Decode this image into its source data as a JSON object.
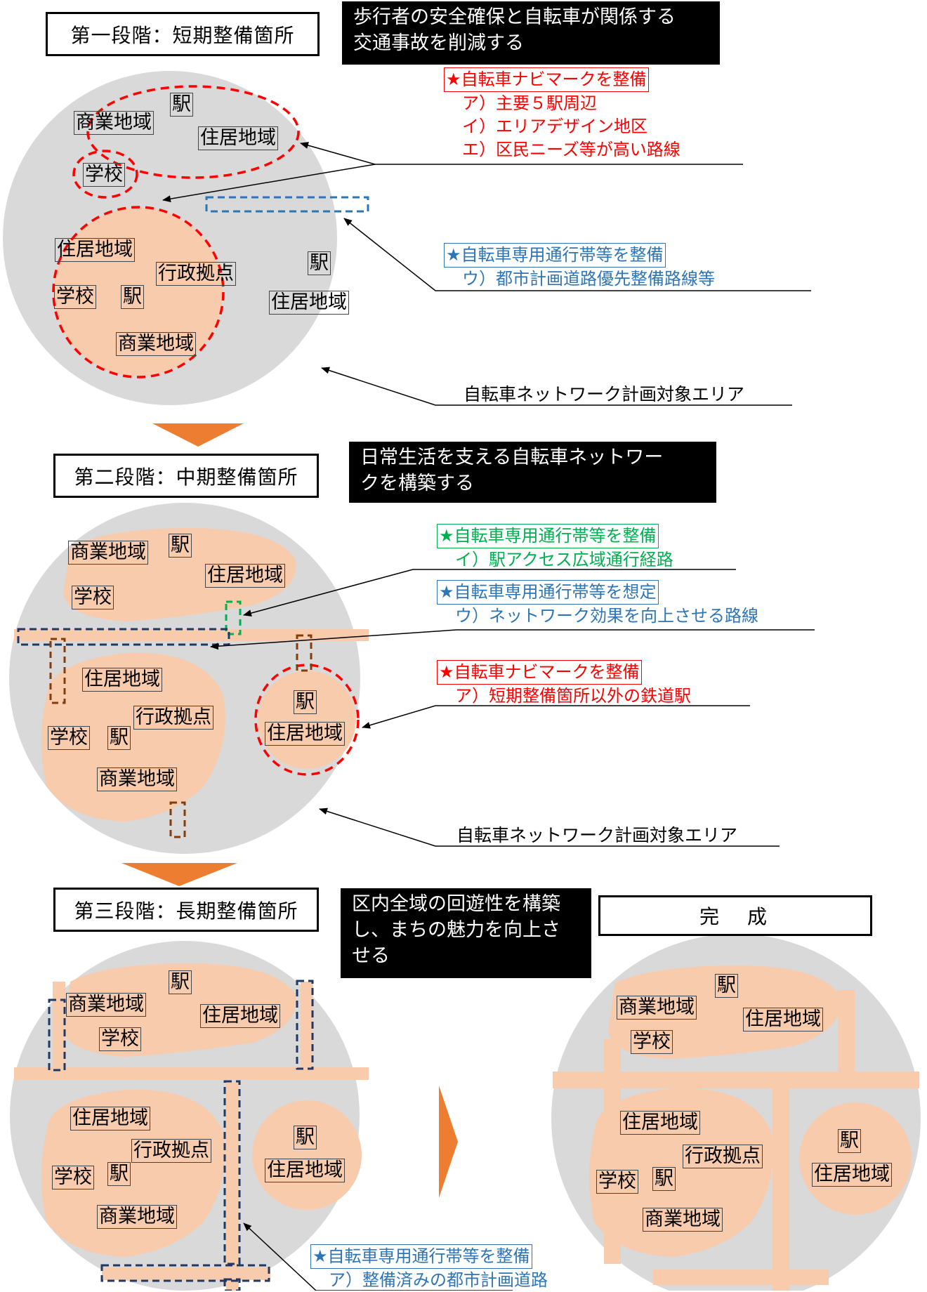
{
  "stage1": {
    "title": "第一段階：短期整備箇所",
    "goal_line1": "歩行者の安全確保と自転車が関係する",
    "goal_line2": "交通事故を削減する",
    "navi_head": "★自転車ナビマークを整備",
    "navi_a": "ア）主要５駅周辺",
    "navi_i": "イ）エリアデザイン地区",
    "navi_e": "エ）区民ニーズ等が高い路線",
    "lane_head": "★自転車専用通行帯等を整備",
    "lane_u": "ウ）都市計画道路優先整備路線等",
    "area_caption": "自転車ネットワーク計画対象エリア",
    "labels": {
      "commercial_a": "商業地域",
      "station_a": "駅",
      "residential_a": "住居地域",
      "school_a": "学校",
      "residential_b": "住居地域",
      "admin_b": "行政拠点",
      "school_b": "学校",
      "station_b": "駅",
      "commercial_b": "商業地域",
      "station_c": "駅",
      "residential_c": "住居地域"
    }
  },
  "stage2": {
    "title": "第二段階：中期整備箇所",
    "goal_line1": "日常生活を支える自転車ネットワー",
    "goal_line2": "クを構築する",
    "green_head": "★自転車専用通行帯等を整備",
    "green_i": "イ）駅アクセス広域通行経路",
    "blue_head": "★自転車専用通行帯等を想定",
    "blue_u": "ウ）ネットワーク効果を向上させる路線",
    "navi_head": "★自転車ナビマークを整備",
    "navi_a": "ア）短期整備箇所以外の鉄道駅",
    "area_caption": "自転車ネットワーク計画対象エリア",
    "labels": {
      "commercial_a": "商業地域",
      "station_a": "駅",
      "residential_a": "住居地域",
      "school_a": "学校",
      "residential_b": "住居地域",
      "admin_b": "行政拠点",
      "school_b": "学校",
      "station_b": "駅",
      "commercial_b": "商業地域",
      "station_c": "駅",
      "residential_c": "住居地域"
    }
  },
  "stage3": {
    "title": "第三段階：長期整備箇所",
    "goal_line1": "区内全域の回遊性を構築",
    "goal_line2": "し、まちの魅力を向上さ",
    "goal_line3": "せる",
    "lane_head": "★自転車専用通行帯等を整備",
    "lane_a": "ア）整備済みの都市計画道路",
    "labels": {
      "commercial_a": "商業地域",
      "station_a": "駅",
      "residential_a": "住居地域",
      "school_a": "学校",
      "residential_b": "住居地域",
      "admin_b": "行政拠点",
      "school_b": "学校",
      "station_b": "駅",
      "commercial_b": "商業地域",
      "station_c": "駅",
      "residential_c": "住居地域"
    }
  },
  "complete": {
    "title": "完　成",
    "labels": {
      "commercial_a": "商業地域",
      "station_a": "駅",
      "residential_a": "住居地域",
      "school_a": "学校",
      "residential_b": "住居地域",
      "admin_b": "行政拠点",
      "school_b": "学校",
      "station_b": "駅",
      "commercial_b": "商業地域",
      "station_c": "駅",
      "residential_c": "住居地域"
    }
  },
  "colors": {
    "area_gray": "#d9d9d9",
    "zone_peach": "#f8cbad",
    "arrow_orange": "#ed7d31",
    "navi_red": "#ff0000",
    "lane_blue": "#2e75b6",
    "lane_dark_blue": "#1f3864",
    "lane_green": "#00b050",
    "lane_brown": "#843c0c"
  }
}
